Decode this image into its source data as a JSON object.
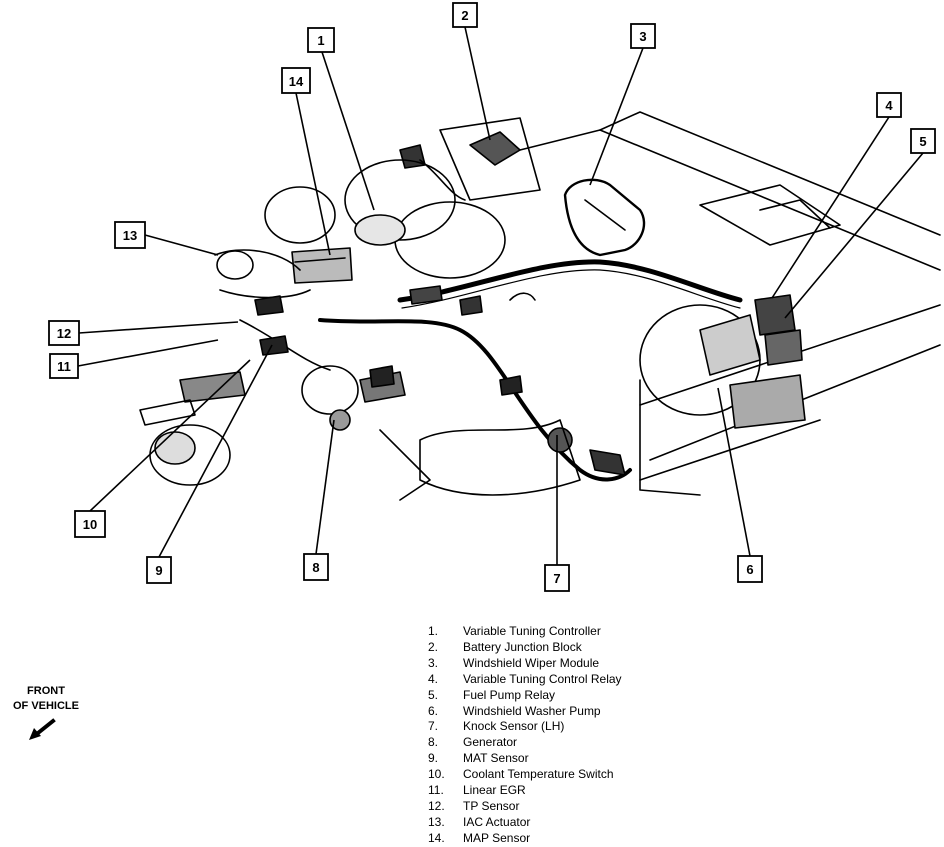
{
  "callouts": [
    {
      "number": "1"
    },
    {
      "number": "2"
    },
    {
      "number": "3"
    },
    {
      "number": "4"
    },
    {
      "number": "5"
    },
    {
      "number": "6"
    },
    {
      "number": "7"
    },
    {
      "number": "8"
    },
    {
      "number": "9"
    },
    {
      "number": "10"
    },
    {
      "number": "11"
    },
    {
      "number": "12"
    },
    {
      "number": "13"
    },
    {
      "number": "14"
    }
  ],
  "legend": [
    {
      "num": "1.",
      "label": "Variable Tuning Controller"
    },
    {
      "num": "2.",
      "label": "Battery Junction Block"
    },
    {
      "num": "3.",
      "label": "Windshield Wiper Module"
    },
    {
      "num": "4.",
      "label": "Variable Tuning Control Relay"
    },
    {
      "num": "5.",
      "label": "Fuel Pump Relay"
    },
    {
      "num": "6.",
      "label": "Windshield Washer Pump"
    },
    {
      "num": "7.",
      "label": "Knock Sensor (LH)"
    },
    {
      "num": "8.",
      "label": "Generator"
    },
    {
      "num": "9.",
      "label": "MAT Sensor"
    },
    {
      "num": "10.",
      "label": "Coolant Temperature Switch"
    },
    {
      "num": "11.",
      "label": "Linear EGR"
    },
    {
      "num": "12.",
      "label": "TP Sensor"
    },
    {
      "num": "13.",
      "label": "IAC Actuator"
    },
    {
      "num": "14.",
      "label": "MAP Sensor"
    }
  ],
  "front_note": {
    "line1": "FRONT",
    "line2": "OF VEHICLE"
  }
}
